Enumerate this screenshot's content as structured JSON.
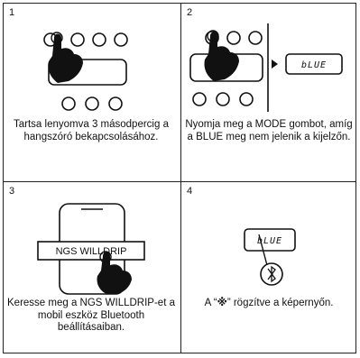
{
  "panels": [
    {
      "number": "1",
      "caption": "Tartsa lenyomva 3 másodpercig a hangszóró bekapcsolásához."
    },
    {
      "number": "2",
      "caption": "Nyomja meg a MODE gombot, amíg a BLUE meg nem jelenik a kijelzőn."
    },
    {
      "number": "3",
      "caption": "Keresse meg a NGS WILLDRIP-et a mobil eszköz Bluetooth beállításaiban.",
      "phone_label": "NGS WILLDRIP"
    },
    {
      "number": "4",
      "caption": "A “ ” rögzítve a képernyőn.",
      "caption_pre": "A “",
      "caption_post": "” rögzítve a képernyőn."
    }
  ],
  "display_text": "bLUE",
  "icons": [
    "hand-press-icon",
    "display-arrow-icon",
    "smartphone-icon",
    "bluetooth-icon"
  ]
}
